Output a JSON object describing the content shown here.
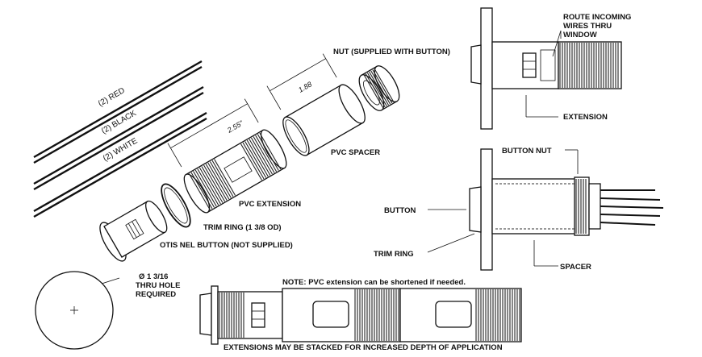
{
  "labels": {
    "wire_red": "(2) RED",
    "wire_black": "(2) BLACK",
    "wire_white": "(2) WHITE",
    "dim_extension": "2.55\"",
    "dim_spacer": "1.88",
    "nut": "NUT (SUPPLIED WITH BUTTON)",
    "pvc_spacer": "PVC SPACER",
    "pvc_extension": "PVC EXTENSION",
    "trim_ring_od": "TRIM RING (1 3/8 OD)",
    "otis_button": "OTIS NEL BUTTON (NOT SUPPLIED)",
    "hole_line1": "Ø 1 3/16",
    "hole_line2": "THRU HOLE",
    "hole_line3": "REQUIRED",
    "route_line1": "ROUTE INCOMING",
    "route_line2": "WIRES THRU",
    "route_line3": "WINDOW",
    "extension": "EXTENSION",
    "button_nut": "BUTTON NUT",
    "button": "BUTTON",
    "trim_ring": "TRIM RING",
    "spacer": "SPACER",
    "note": "NOTE: PVC extension can be shortened if needed.",
    "stacked": "EXTENSIONS MAY BE STACKED FOR INCREASED DEPTH OF APPLICATION"
  },
  "colors": {
    "ink": "#111111",
    "background": "#ffffff"
  }
}
